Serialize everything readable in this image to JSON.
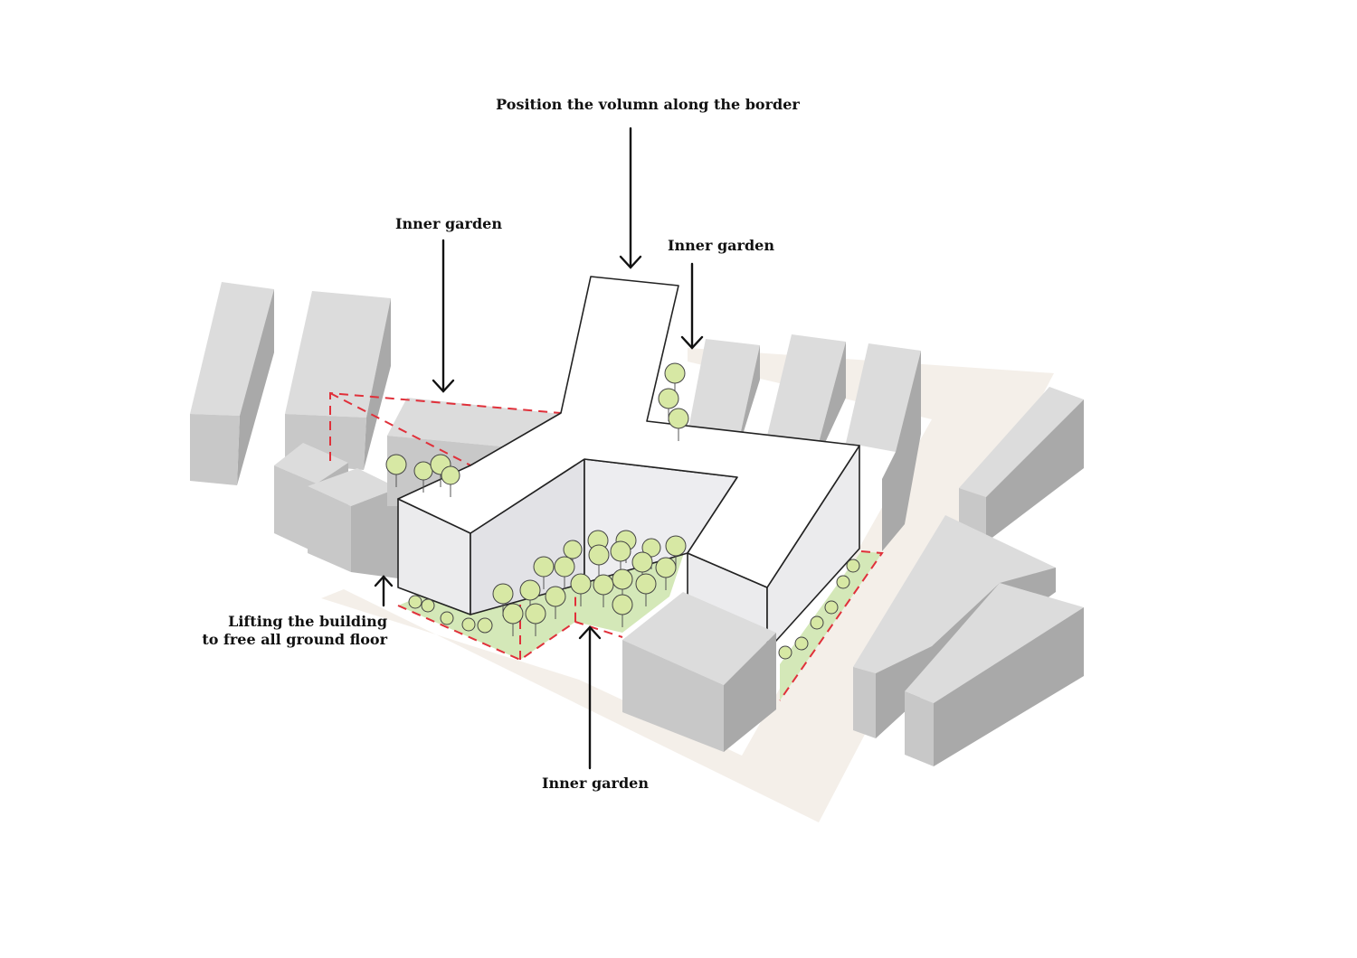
{
  "annotations": {
    "position_volume": "Position the volumn along the border",
    "inner_garden_left": "Inner garden",
    "inner_garden_right": "Inner garden",
    "inner_garden_bottom": "Inner garden",
    "lifting_line1": "Lifting the building",
    "lifting_line2": "to free all ground floor"
  },
  "colors": {
    "building_light": "#dcdcdc",
    "building_mid": "#c8c8c8",
    "building_dark": "#a9a9a9",
    "main_volume_top": "#ffffff",
    "main_volume_wall": "#ebebed",
    "site_ground": "#f4efe9",
    "garden_green": "#d4e8b8",
    "tree_fill": "#d7e8a4",
    "dashed_red": "#e0303a",
    "outline": "#222222",
    "arrow": "#111111"
  },
  "icons": {
    "tree": "tree-icon",
    "arrow_down": "arrow-down-icon",
    "arrow_up": "arrow-up-icon"
  }
}
